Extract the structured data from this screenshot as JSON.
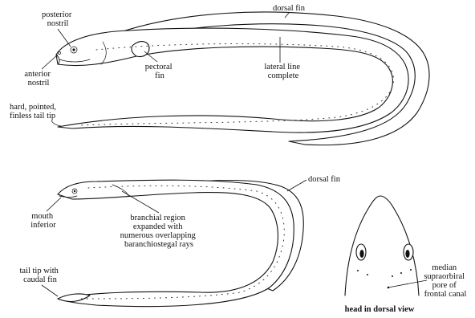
{
  "labels": {
    "posterior_nostril": [
      "posterior",
      "nostril"
    ],
    "anterior_nostril": [
      "anterior",
      "nostril"
    ],
    "pectoral_fin": [
      "pectoral",
      "fin"
    ],
    "dorsal_fin_top": [
      "dorsal fin"
    ],
    "lateral_line": [
      "lateral line",
      "complete"
    ],
    "tail_tip_top": [
      "hard, pointed,",
      "finless tail tip"
    ],
    "dorsal_fin_bottom": [
      "dorsal fin"
    ],
    "mouth_inferior": [
      "mouth",
      "inferior"
    ],
    "branchial_region": [
      "branchial region",
      "expanded with",
      "numerous overlapping",
      "baranchiostegal rays"
    ],
    "tail_tip_bottom": [
      "tail tip with",
      "caudal fin"
    ],
    "median_pore": [
      "median",
      "supraorbiral",
      "pore of",
      "frontal canal"
    ],
    "head_caption": [
      "head in dorsal view"
    ]
  }
}
